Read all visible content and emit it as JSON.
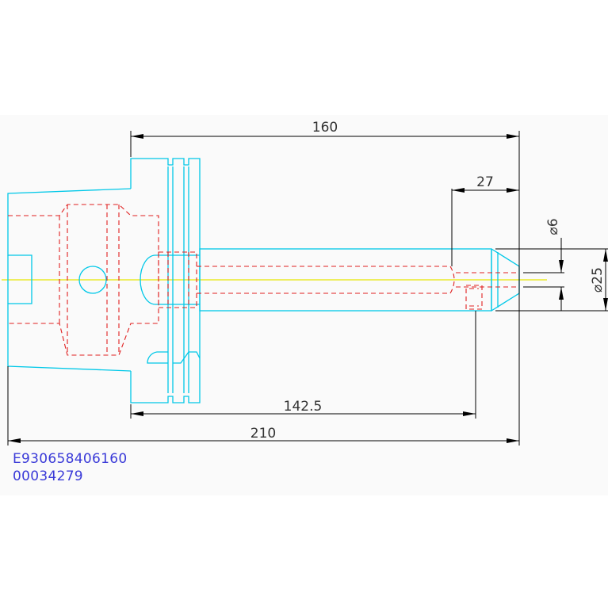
{
  "colors": {
    "outline": "#00c8e8",
    "hidden": "#e02020",
    "centerline": "#e6e600",
    "dimension": "#000000",
    "code_text": "#3a3ad8"
  },
  "dimensions": {
    "total_length": "210",
    "flange_to_end": "160",
    "flange_to_hole": "142.5",
    "end_length": "27",
    "bore_diameter": "⌀6",
    "shank_diameter": "⌀25"
  },
  "codes": {
    "line1": "E930658406160",
    "line2": "00034279"
  }
}
